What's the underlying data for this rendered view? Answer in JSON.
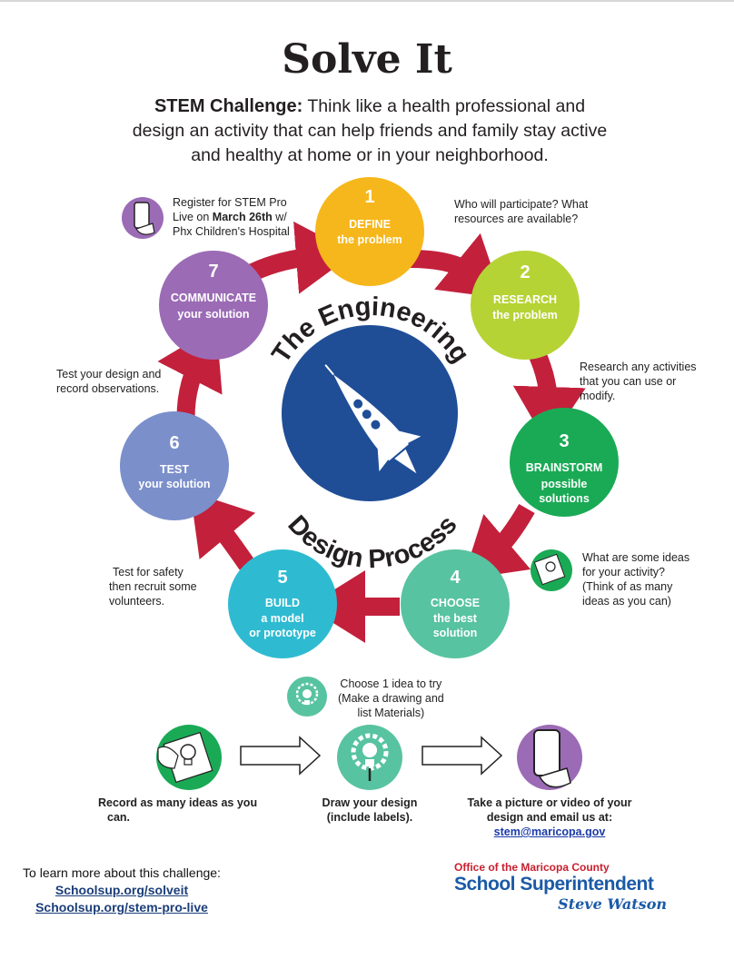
{
  "title": "Solve It",
  "subtitle": {
    "lead": "STEM Challenge:",
    "line1": "Think like a health professional and",
    "line2": "design an activity that can help friends and family stay active",
    "line3": "and healthy at home or in your neighborhood."
  },
  "center": {
    "arc_top": "The Engineering",
    "arc_bottom": "Design Process"
  },
  "steps": [
    {
      "num": "1",
      "line1": "DEFINE",
      "line2": "the problem",
      "color": "#f6b71c"
    },
    {
      "num": "2",
      "line1": "RESEARCH",
      "line2": "the problem",
      "color": "#b5d334"
    },
    {
      "num": "3",
      "line1": "BRAINSTORM",
      "line2": "possible",
      "line3": "solutions",
      "color": "#1aaa55"
    },
    {
      "num": "4",
      "line1": "CHOOSE",
      "line2": "the best",
      "line3": "solution",
      "color": "#58c3a0"
    },
    {
      "num": "5",
      "line1": "BUILD",
      "line2": "a model",
      "line3": "or prototype",
      "color": "#2ebbd1"
    },
    {
      "num": "6",
      "line1": "TEST",
      "line2": "your solution",
      "color": "#7b8fcb"
    },
    {
      "num": "7",
      "line1": "COMMUNICATE",
      "line2": "your solution",
      "color": "#9b6bb5"
    }
  ],
  "notes": {
    "register": {
      "l1": "Register for STEM Pro",
      "l2a": "Live on ",
      "l2b": "March 26th",
      "l2c": " w/",
      "l3": "Phx Children's Hospital"
    },
    "participate": {
      "l1": "Who will participate? What",
      "l2": "resources are available?"
    },
    "research": {
      "l1": "Research any activities",
      "l2": "that you can use or",
      "l3": "modify."
    },
    "test_design": {
      "l1": "Test your design and",
      "l2": "record observations."
    },
    "ideas": {
      "l1": "What are some ideas",
      "l2": "for your activity?",
      "l3": "(Think of as many",
      "l4": "ideas as you can)"
    },
    "safety": {
      "l1": "Test for safety",
      "l2": "then recruit some",
      "l3": "volunteers."
    },
    "choose1": {
      "l1": "Choose 1 idea to try",
      "l2": "(Make a drawing and",
      "l3": "list Materials)"
    }
  },
  "bottom": {
    "record": {
      "l1": "Record as many ideas as you",
      "l2": "can."
    },
    "draw": {
      "l1": "Draw your design",
      "l2": "(include labels)."
    },
    "picture": {
      "l1": "Take a picture or video of your",
      "l2": "design and email us at:",
      "email": "stem@maricopa.gov"
    }
  },
  "learn": {
    "intro": "To learn more about this challenge:",
    "link1": "Schoolsup.org/solveit",
    "link2": "Schoolsup.org/stem-pro-live"
  },
  "logo": {
    "line1": "Office of the Maricopa County",
    "line2": "School Superintendent",
    "line3": "Steve Watson"
  },
  "colors": {
    "arrow": "#c3203c",
    "center_circle": "#1f4e97",
    "purple_icon": "#9b6bb5",
    "green_icon": "#1aaa55",
    "teal_icon": "#58c3a0"
  },
  "icons": [
    "phone-hand-icon",
    "hand-bulb-icon",
    "lightbulb-gear-icon",
    "rocket-icon",
    "right-arrow-icon"
  ]
}
